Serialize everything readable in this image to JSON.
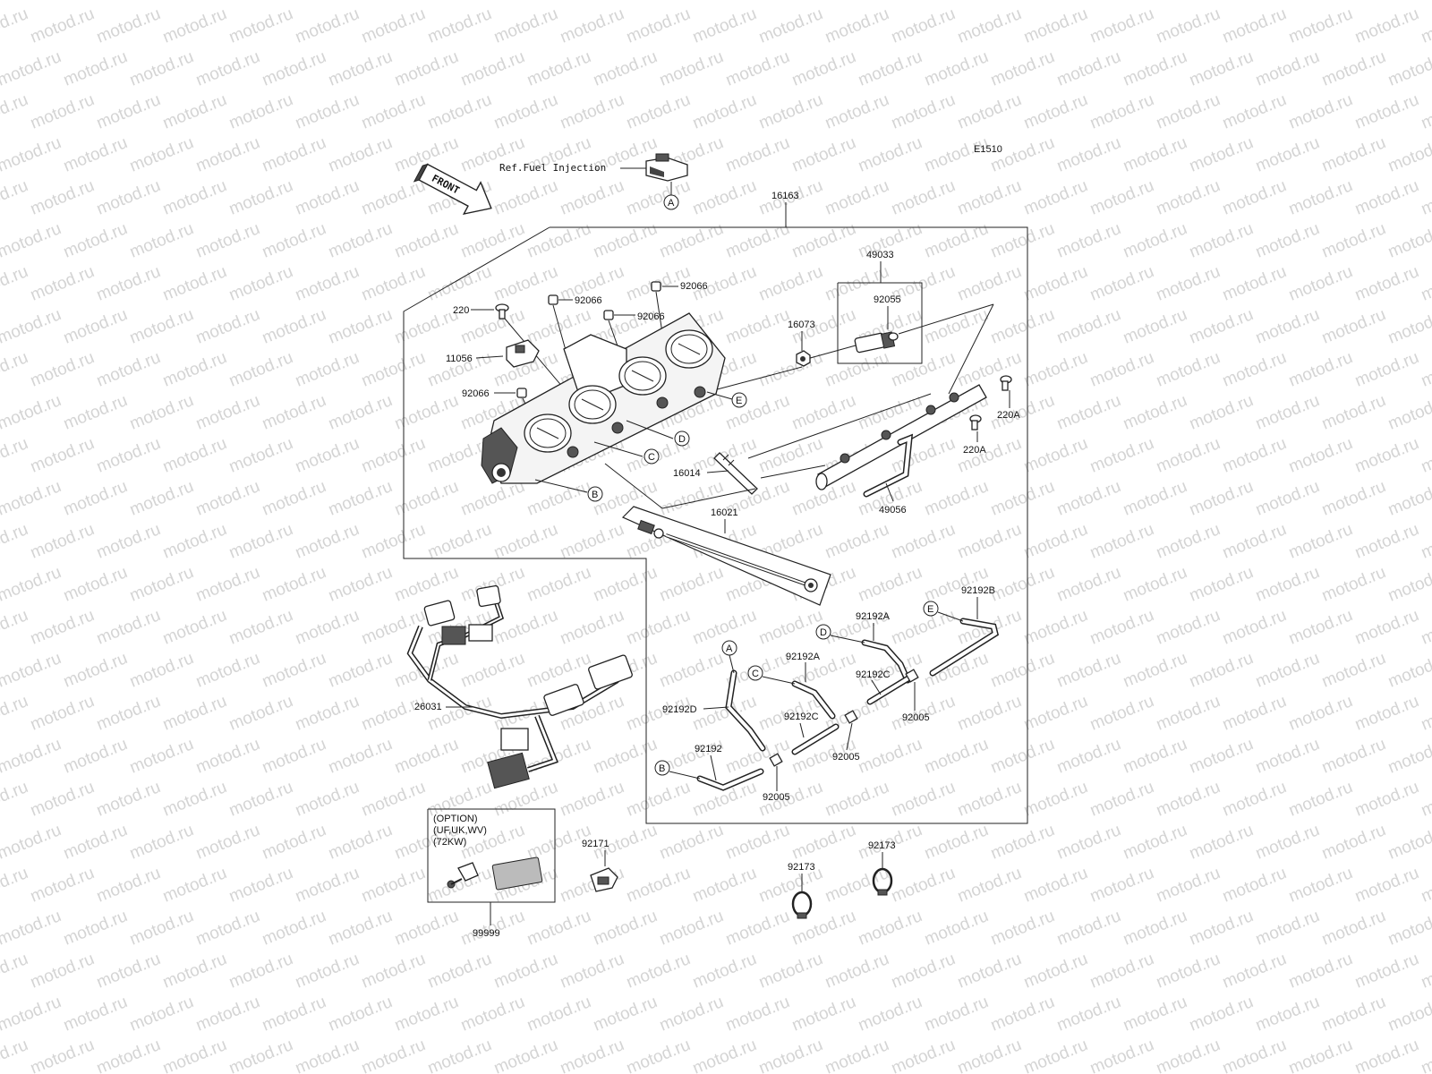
{
  "watermark": {
    "text": "motod.ru"
  },
  "header": {
    "code": "E1510",
    "front_label": "FRONT",
    "ref_label": "Ref.Fuel Injection"
  },
  "option_box": {
    "line1": "(OPTION)",
    "line2": "(UF,UK,WV)",
    "line3": "(72KW)"
  },
  "parts": {
    "p16163": "16163",
    "p49033": "49033",
    "p92055": "92055",
    "p16073": "16073",
    "p220": "220",
    "p11056": "11056",
    "p92066a": "92066",
    "p92066b": "92066",
    "p92066c": "92066",
    "p92066d": "92066",
    "p220A_a": "220A",
    "p220A_b": "220A",
    "p16014": "16014",
    "p49056": "49056",
    "p16021": "16021",
    "p26031": "26031",
    "p92192B": "92192B",
    "p92192A_a": "92192A",
    "p92192A_b": "92192A",
    "p92192C_a": "92192C",
    "p92192C_b": "92192C",
    "p92192D": "92192D",
    "p92192": "92192",
    "p92005_a": "92005",
    "p92005_b": "92005",
    "p92005_c": "92005",
    "p92171": "92171",
    "p92173_a": "92173",
    "p92173_b": "92173",
    "p99999": "99999"
  },
  "refs": {
    "A_top": "A",
    "B_top": "B",
    "C_top": "C",
    "D_top": "D",
    "E_top": "E",
    "A_hose": "A",
    "B_hose": "B",
    "C_hose": "C",
    "D_hose": "D",
    "E_hose": "E"
  }
}
